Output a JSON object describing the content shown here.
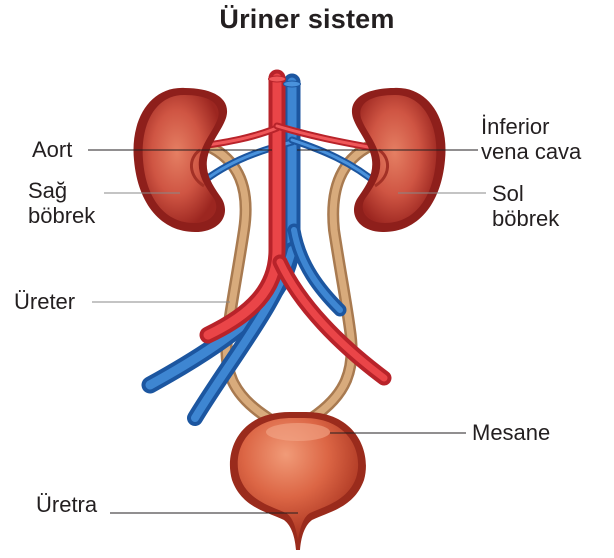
{
  "title": "Üriner sistem",
  "labels": {
    "aort": "Aort",
    "sag_bobrek": [
      "Sağ",
      "böbrek"
    ],
    "ureter": "Üreter",
    "uretra": "Üretra",
    "inferior_vena_cava": [
      "İnferior",
      "vena cava"
    ],
    "sol_bobrek": [
      "Sol",
      "böbrek"
    ],
    "mesane": "Mesane"
  },
  "colors": {
    "kidney": "#b7362b",
    "artery": "#e03a3e",
    "vein": "#2f76c4",
    "ureter": "#c99a6b",
    "bladder": "#d45a3c",
    "text": "#231f20"
  }
}
